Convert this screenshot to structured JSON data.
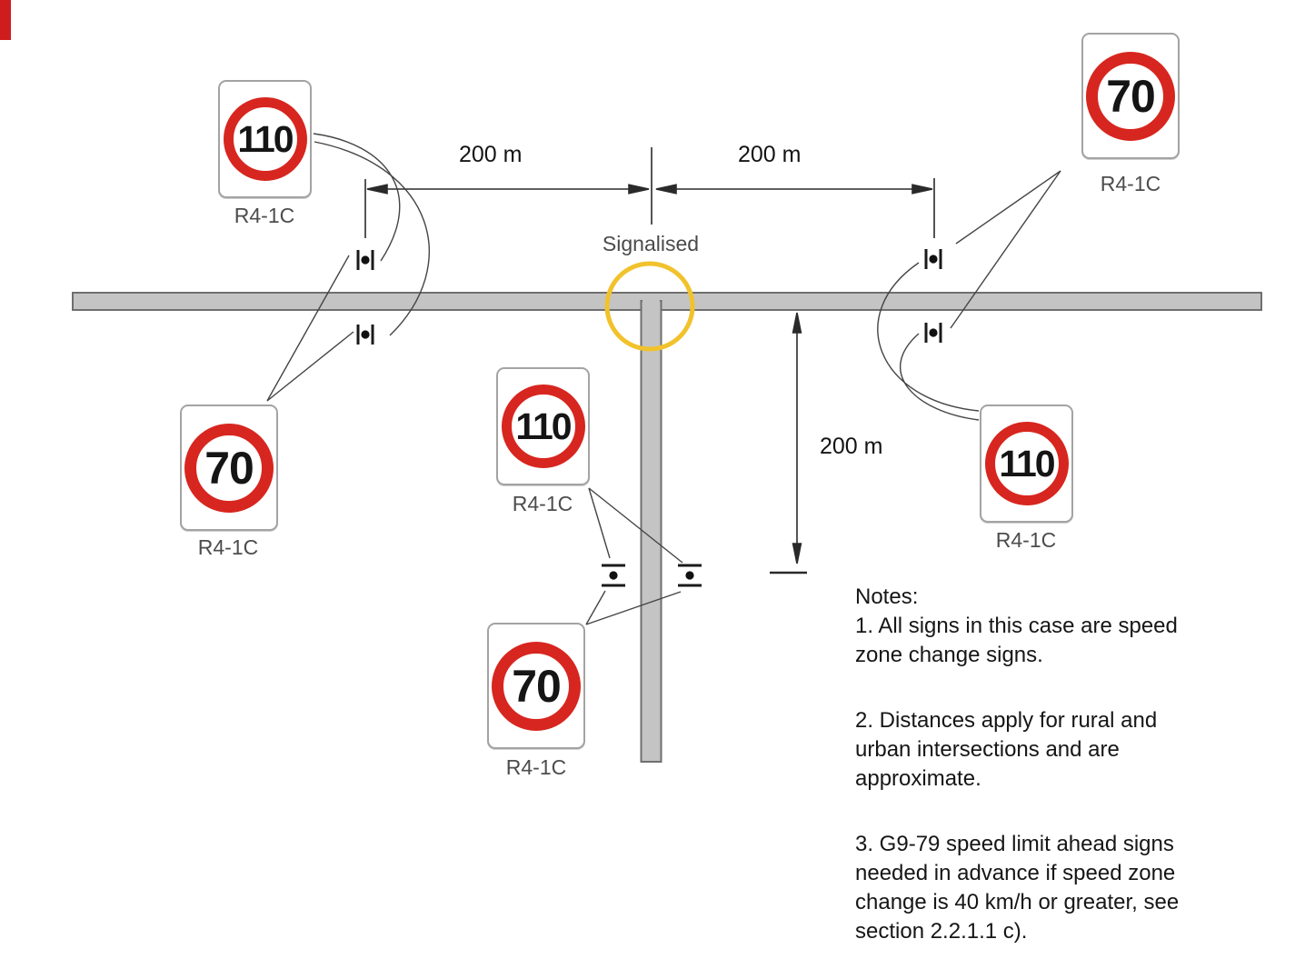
{
  "diagram": {
    "signalised_label": "Signalised",
    "dim_left": "200 m",
    "dim_right": "200 m",
    "dim_side": "200 m",
    "signs": [
      {
        "id": "top-left",
        "value": "110",
        "code": "R4-1C"
      },
      {
        "id": "top-right",
        "value": "70",
        "code": "R4-1C"
      },
      {
        "id": "bottom-left",
        "value": "70",
        "code": "R4-1C"
      },
      {
        "id": "middle",
        "value": "110",
        "code": "R4-1C"
      },
      {
        "id": "bottom-centre",
        "value": "70",
        "code": "R4-1C"
      },
      {
        "id": "right",
        "value": "110",
        "code": "R4-1C"
      }
    ],
    "colors": {
      "signal_circle": "#f1c22c",
      "sign_ring_red": "#d7261f",
      "road_fill": "#c4c4c4",
      "road_border": "#6f6f6f",
      "leader_line": "#444444",
      "dimension_line": "#2a2a2a"
    }
  },
  "notes": {
    "title": "Notes:",
    "items": [
      "1. All signs in this case are speed\nzone change signs.",
      "2. Distances apply for rural and\nurban intersections and are\napproximate.",
      "3. G9-79 speed limit ahead signs\nneeded in advance if speed zone\nchange is 40 km/h or greater, see\nsection 2.2.1.1 c)."
    ]
  }
}
